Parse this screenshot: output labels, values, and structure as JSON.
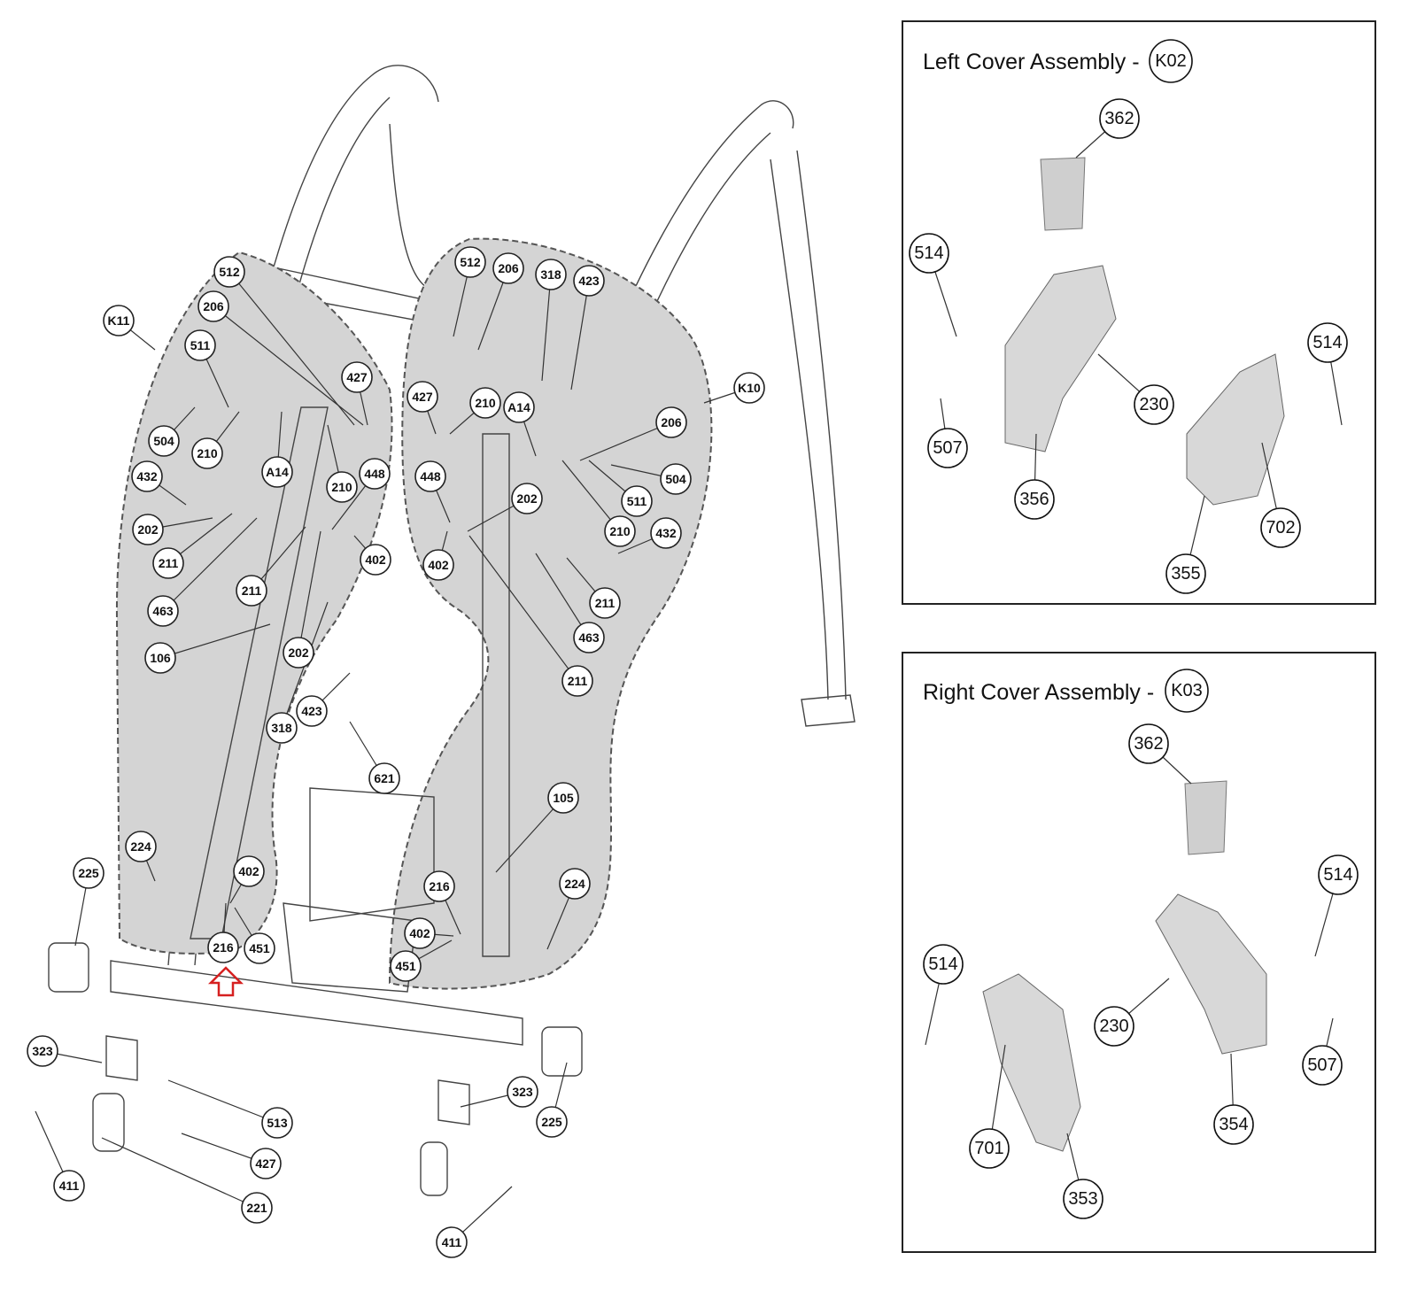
{
  "diagram": {
    "main_callouts": [
      "K11",
      "512",
      "206",
      "511",
      "504",
      "210",
      "432",
      "A14",
      "210",
      "427",
      "448",
      "202",
      "211",
      "402",
      "211",
      "463",
      "106",
      "202",
      "318",
      "423",
      "224",
      "402",
      "216",
      "451",
      "225",
      "512",
      "206",
      "318",
      "423",
      "K10",
      "427",
      "210",
      "A14",
      "206",
      "448",
      "504",
      "511",
      "202",
      "210",
      "432",
      "402",
      "211",
      "463",
      "211",
      "621",
      "105",
      "216",
      "224",
      "402",
      "451",
      "323",
      "323",
      "513",
      "225",
      "427",
      "411",
      "221",
      "411"
    ],
    "left_cover": {
      "title": "Left Cover Assembly -",
      "code": "K02",
      "callouts": [
        "362",
        "514",
        "514",
        "230",
        "507",
        "356",
        "702",
        "355"
      ]
    },
    "right_cover": {
      "title": "Right Cover Assembly -",
      "code": "K03",
      "callouts": [
        "362",
        "514",
        "514",
        "230",
        "507",
        "354",
        "701",
        "353"
      ]
    },
    "highlight_arrow_color": "#d62020",
    "shaded_region_color": "#d4d4d4"
  }
}
